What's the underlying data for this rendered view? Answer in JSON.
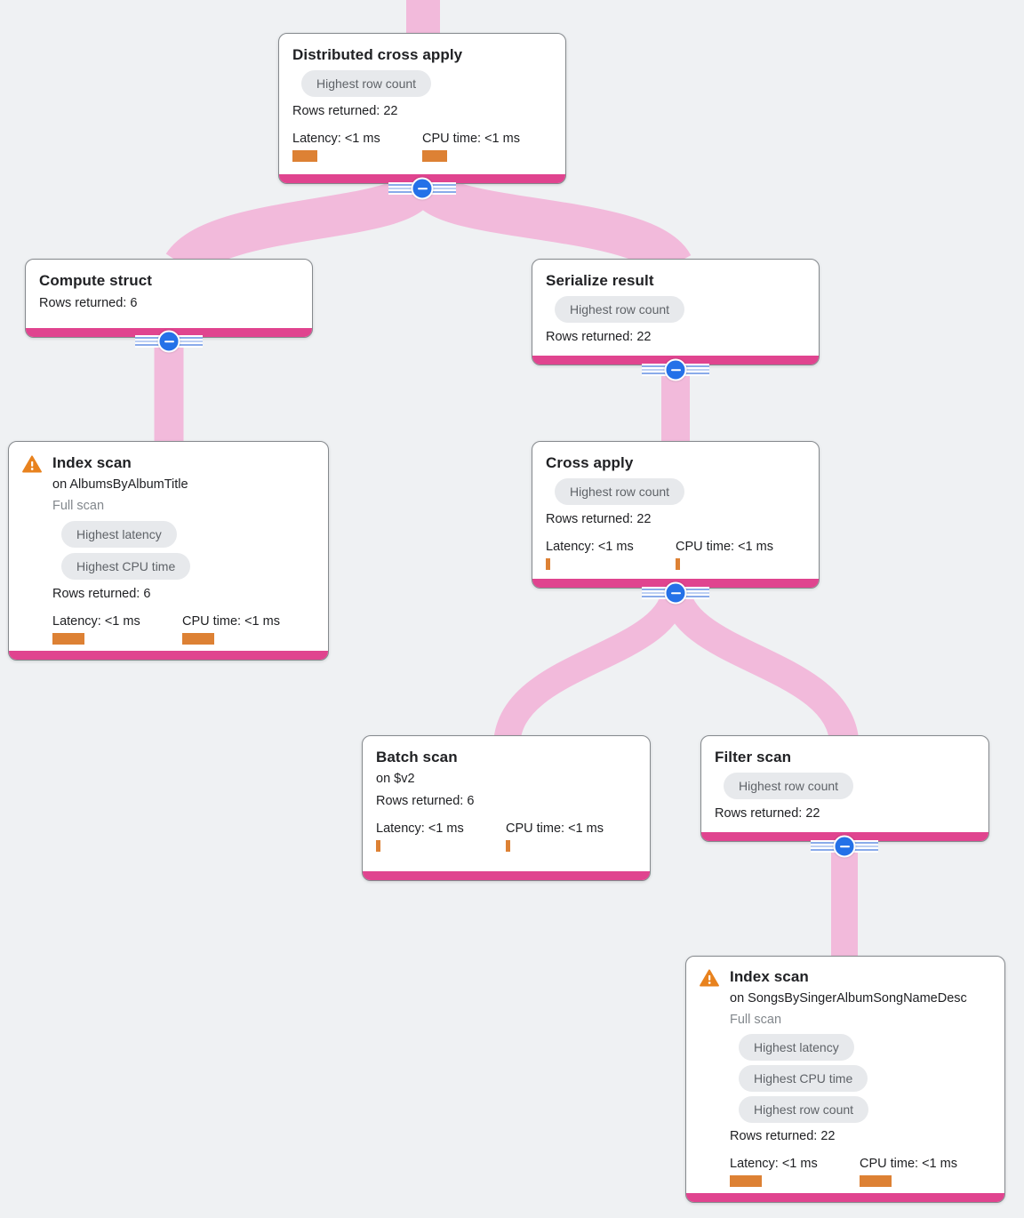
{
  "colors": {
    "background": "#eff1f3",
    "edge_pink": "#f2badb",
    "accent_pink": "#e0448f",
    "metric_bar_orange": "#dd8134",
    "collapse_blue": "#2471e8",
    "badge_bg": "#e7e9ec",
    "badge_text": "#5f6368",
    "warning_orange": "#e8821e"
  },
  "nodes": {
    "distributed_cross_apply": {
      "title": "Distributed cross apply",
      "badges": [
        "Highest row count"
      ],
      "rows": "Rows returned: 22",
      "latency": "Latency: <1 ms",
      "cpu": "CPU time: <1 ms"
    },
    "compute_struct": {
      "title": "Compute struct",
      "rows": "Rows returned: 6"
    },
    "serialize_result": {
      "title": "Serialize result",
      "badges": [
        "Highest row count"
      ],
      "rows": "Rows returned: 22"
    },
    "index_scan_albums": {
      "title": "Index scan",
      "subtitle": "on AlbumsByAlbumTitle",
      "scan_type": "Full scan",
      "badges": [
        "Highest latency",
        "Highest CPU time"
      ],
      "rows": "Rows returned: 6",
      "latency": "Latency: <1 ms",
      "cpu": "CPU time: <1 ms"
    },
    "cross_apply": {
      "title": "Cross apply",
      "badges": [
        "Highest row count"
      ],
      "rows": "Rows returned: 22",
      "latency": "Latency: <1 ms",
      "cpu": "CPU time: <1 ms"
    },
    "batch_scan": {
      "title": "Batch scan",
      "subtitle": "on $v2",
      "rows": "Rows returned: 6",
      "latency": "Latency: <1 ms",
      "cpu": "CPU time: <1 ms"
    },
    "filter_scan": {
      "title": "Filter scan",
      "badges": [
        "Highest row count"
      ],
      "rows": "Rows returned: 22"
    },
    "index_scan_songs": {
      "title": "Index scan",
      "subtitle": "on SongsBySingerAlbumSongNameDesc",
      "scan_type": "Full scan",
      "badges": [
        "Highest latency",
        "Highest CPU time",
        "Highest row count"
      ],
      "rows": "Rows returned: 22",
      "latency": "Latency: <1 ms",
      "cpu": "CPU time: <1 ms"
    }
  },
  "edges": [
    {
      "from": "distributed_cross_apply",
      "to": "compute_struct"
    },
    {
      "from": "distributed_cross_apply",
      "to": "serialize_result"
    },
    {
      "from": "compute_struct",
      "to": "index_scan_albums"
    },
    {
      "from": "serialize_result",
      "to": "cross_apply"
    },
    {
      "from": "cross_apply",
      "to": "batch_scan"
    },
    {
      "from": "cross_apply",
      "to": "filter_scan"
    },
    {
      "from": "filter_scan",
      "to": "index_scan_songs"
    }
  ]
}
